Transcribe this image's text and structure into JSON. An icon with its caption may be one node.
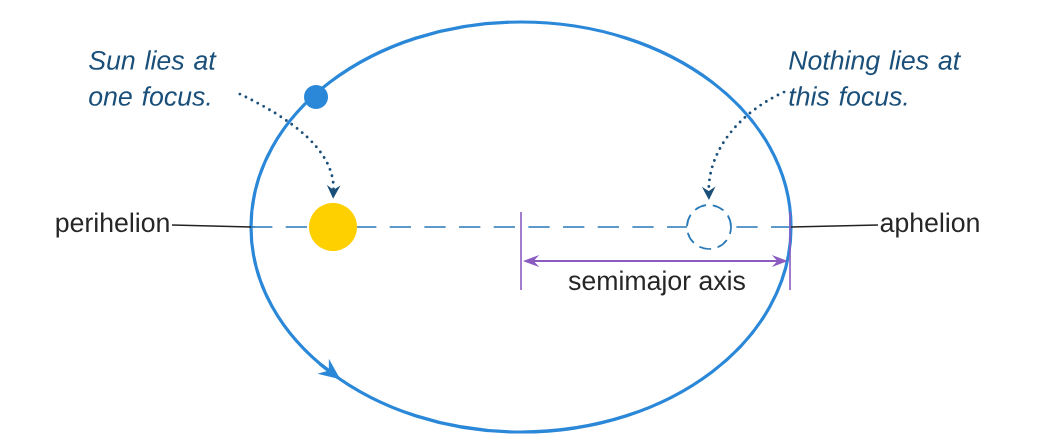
{
  "diagram": {
    "nodes": [
      {
        "text": [
          "Sun lies at one focus."
        ]
      },
      {
        "text": [],
        "shape": "circle"
      },
      {
        "text": [
          "Nothing lies at this focus."
        ]
      },
      {
        "text": [],
        "shape": "circle"
      },
      {
        "text": [
          "perihelion"
        ]
      },
      {
        "text": [
          "aphelion"
        ]
      }
    ],
    "edges": [
      {
        "from": 0,
        "to": 1,
        "arrow": "to",
        "style": "dashed",
        "color": "#1a4f7a"
      },
      {
        "from": 2,
        "to": 3,
        "arrow": "to",
        "style": "dashed",
        "color": "#1a4f7a"
      },
      {
        "from": 4,
        "to": null,
        "arrow": "none",
        "color": "#222222"
      },
      {
        "from": 5,
        "to": null,
        "arrow": "none",
        "color": "#222222"
      }
    ],
    "labels": [
      "semimajor axis"
    ]
  }
}
